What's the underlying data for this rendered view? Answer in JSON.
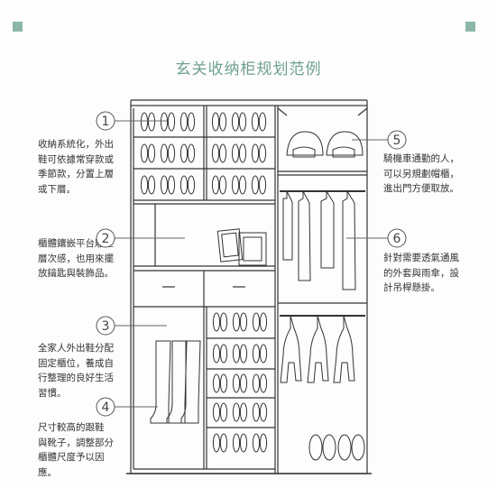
{
  "title": "玄关收纳柜规划范例",
  "colors": {
    "accent": "#8ab7a9",
    "title": "#6f9f92",
    "line": "#333333"
  },
  "callouts": [
    {
      "number": "1",
      "text": "收納系統化，外出\n鞋可依據常穿款或\n季節款，分置上層\n或下層。"
    },
    {
      "number": "2",
      "text": "櫃體鑲嵌平台雕塑\n層次感，也用來擺\n放鑰匙與裝飾品。"
    },
    {
      "number": "3",
      "text": "全家人外出鞋分配\n固定櫃位，養成自\n行整理的良好生活\n習慣。"
    },
    {
      "number": "4",
      "text": "尺寸較高的跟鞋\n與靴子，調整部分\n櫃體尺度予以因\n應。"
    },
    {
      "number": "5",
      "text": "騎機車通勤的人，\n可以另規劃帽櫃，\n進出門方便取放。"
    },
    {
      "number": "6",
      "text": "針對需要透氣通風\n的外套與雨傘，設\n計吊桿懸掛。"
    }
  ]
}
